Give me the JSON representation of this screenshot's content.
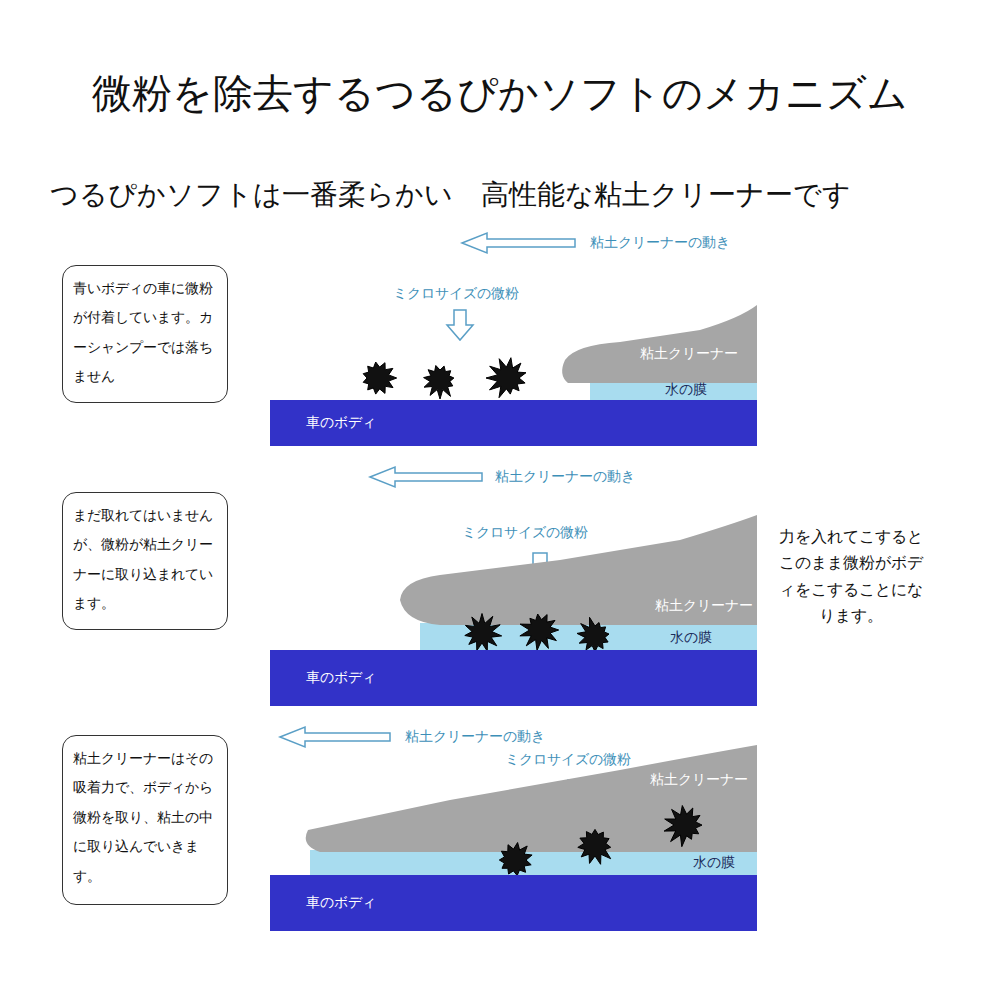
{
  "diagram": {
    "title": "微粉を除去するつるぴかソフトのメカニズム",
    "nodes": [
      {
        "text": [
          "青いボディの車に微粉が付着しています。カーシャンプーでは落ちません"
        ]
      },
      {
        "text": [
          "車のボディ"
        ]
      },
      {
        "text": [
          "まだ取れてはいませんが、微粉が粘土クリーナーに取り込まれています。"
        ]
      },
      {
        "text": [
          "車のボディ"
        ]
      },
      {
        "text": [
          "粘土クリーナーはその吸着力で、ボディから微粉を取り、粘土の中に取り込んでいきます。"
        ]
      },
      {
        "text": [
          "車のボディ"
        ]
      }
    ],
    "labels": [
      "つるぴかソフトは一番柔らかい　高性能な粘土クリーナーです",
      "粘土クリーナーの動き",
      "ミクロサイズの微粉",
      "粘土クリーナー",
      "水の膜",
      "粘土クリーナーの動き",
      "ミクロサイズの微粉",
      "粘土クリーナー",
      "水の膜",
      "力を入れてこするとこのまま微粉がボディをこすることになります。",
      "粘土クリーナーの動き",
      "ミクロサイズの微粉",
      "粘土クリーナー",
      "水の膜"
    ]
  }
}
